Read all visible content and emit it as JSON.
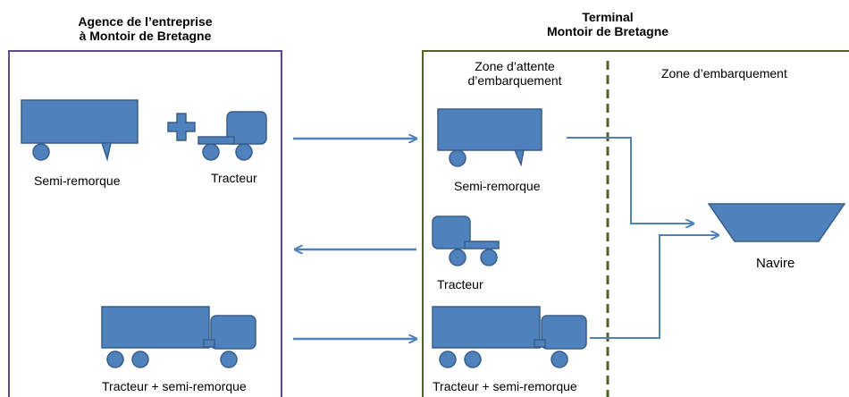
{
  "left_panel": {
    "title_line1": "Agence de l’entreprise",
    "title_line2": "à Montoir de Bretagne",
    "semi_label": "Semi-remorque",
    "tractor_label": "Tracteur",
    "combo_label": "Tracteur + semi-remorque"
  },
  "right_panel": {
    "title_line1": "Terminal",
    "title_line2": "Montoir de Bretagne",
    "waiting_zone_line1": "Zone d’attente",
    "waiting_zone_line2": "d’embarquement",
    "boarding_zone": "Zone d’embarquement",
    "semi_label": "Semi-remorque",
    "tractor_label": "Tracteur",
    "combo_label": "Tracteur + semi-remorque",
    "ship_label": "Navire"
  },
  "colors": {
    "vehicle_fill": "#4f81bd",
    "vehicle_stroke": "#385d8a",
    "arrow": "#4f81bd",
    "left_border": "#5f4b8b",
    "right_border": "#4f6228",
    "divider": "#4f6228"
  }
}
